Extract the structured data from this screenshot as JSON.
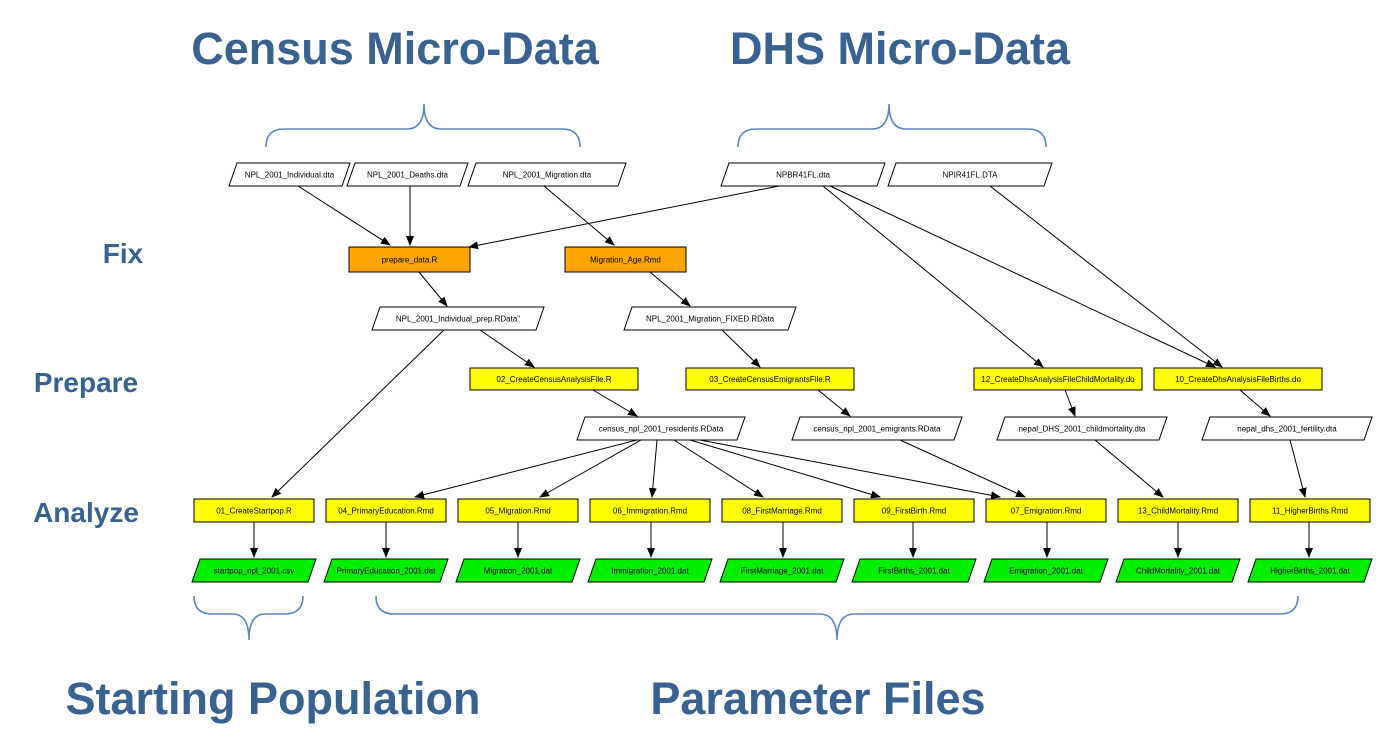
{
  "headings": {
    "census": "Census Micro-Data",
    "dhs": "DHS Micro-Data",
    "starting": "Starting Population",
    "parameters": "Parameter Files"
  },
  "rows": {
    "fix": "Fix",
    "prepare": "Prepare",
    "analyze": "Analyze"
  },
  "colors": {
    "heading": "#3a6291",
    "brace": "#5b87bd",
    "fix_script": "#ffa500",
    "script": "#ffff00",
    "output": "#00ee00",
    "data": "#ffffff"
  },
  "nodes": {
    "npl_individual": "NPL_2001_Individual.dta",
    "npl_deaths": "NPL_2001_Deaths.dta",
    "npl_migration": "NPL_2001_Migration.dta",
    "npbr41fl": "NPBR41FL.dta",
    "npir41fl": "NPIR41FL.DTA",
    "prepare_data": "prepare_data.R",
    "migration_age": "Migration_Age.Rmd",
    "individual_prep": "NPL_2001_Individual_prep.RData\"",
    "migration_fixed": "NPL_2001_Migration_FIXED.RData",
    "create_census_analysis": "02_CreateCensusAnalysisFile.R",
    "create_census_emigrants": "03_CreateCensusEmigrantsFile.R",
    "create_dhs_childmortality": "12_CreateDhsAnalysisFileChildMortality.do",
    "create_dhs_births": "10_CreateDhsAnalysisFileBirths.do",
    "census_residents": "census_npl_2001_residents.RData",
    "census_emigrants": "census_npl_2001_emigrants.RData",
    "dhs_childmortality": "nepal_DHS_2001_childmortality.dta",
    "dhs_fertility": "nepal_dhs_2001_fertility.dta",
    "create_startpop": "01_CreateStartpop.R",
    "primary_education": "04_PrimaryEducation.Rmd",
    "migration_rmd": "05_Migration.Rmd",
    "immigration_rmd": "06_Immigration.Rmd",
    "first_marriage_rmd": "08_FirstMarriage.Rmd",
    "first_birth_rmd": "09_FirstBirth.Rmd",
    "emigration_rmd": "07_Emigration.Rmd",
    "child_mortality_rmd": "13_ChildMortality.Rmd",
    "higher_births_rmd": "11_HigherBirths.Rmd",
    "startpop_csv": "startpop_npl_2001.csv",
    "primary_education_dat": "PrimaryEducation_2001.dat",
    "migration_dat": "Migration_2001.dat",
    "immigration_dat": "Immigration_2001.dat",
    "first_marriage_dat": "FirstMarriage_2001.dat",
    "first_births_dat": "FirstBirths_2001.dat",
    "emigration_dat": "Emigration_2001.dat",
    "child_mortality_dat": "ChildMortality_2001.dat",
    "higher_births_dat": "HigherBirths_2001.dat"
  }
}
